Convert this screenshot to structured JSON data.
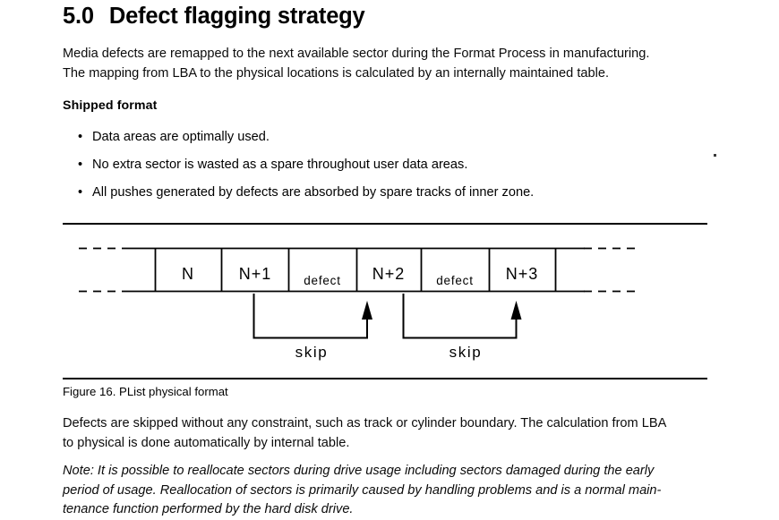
{
  "heading": {
    "number": "5.0",
    "title": "Defect flagging strategy"
  },
  "intro_paragraph": {
    "line1": "Media defects are remapped to the next available sector during the Format Process in manufacturing.",
    "line2": "The mapping from LBA to the physical locations is calculated by an internally maintained table."
  },
  "subheading": "Shipped format",
  "bullets": [
    {
      "marker": "•",
      "text": "Data areas are optimally used."
    },
    {
      "marker": "•",
      "text": "No extra sector is wasted as a spare throughout user data areas."
    },
    {
      "marker": "•",
      "text": "All pushes generated by defects are absorbed by spare tracks of inner zone."
    }
  ],
  "figure": {
    "caption": "Figure 16. PList physical format",
    "cells": [
      {
        "label": "",
        "kind": "blank"
      },
      {
        "label": "N",
        "kind": "sector"
      },
      {
        "label": "N+1",
        "kind": "sector"
      },
      {
        "label": "defect",
        "kind": "defect"
      },
      {
        "label": "N+2",
        "kind": "sector"
      },
      {
        "label": "defect",
        "kind": "defect"
      },
      {
        "label": "N+3",
        "kind": "sector"
      },
      {
        "label": "",
        "kind": "blank"
      }
    ],
    "skip_labels": [
      "skip",
      "skip"
    ],
    "line_color": "#000000"
  },
  "defects_paragraph": {
    "line1": "Defects are skipped without any constraint, such as track or cylinder boundary.  The calculation from LBA",
    "line2": "to physical is done automatically by internal table."
  },
  "note_paragraph": {
    "line1": "Note: It is possible to reallocate sectors during drive usage including sectors damaged during the early",
    "line2": "period of usage. Reallocation of sectors is primarily caused by handling problems and is a normal main-",
    "line3": "tenance function performed by the hard disk drive."
  }
}
